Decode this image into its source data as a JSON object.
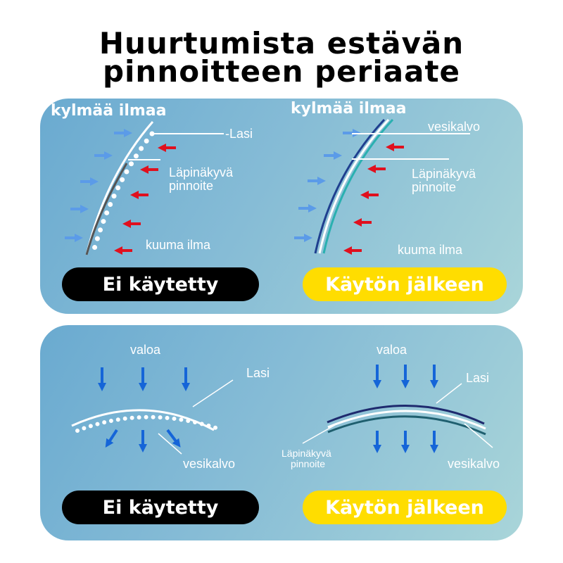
{
  "title": {
    "line1": "Huurtumista estävän",
    "line2": "pinnoitteen periaate"
  },
  "top_panel": {
    "left": {
      "heading": "kylmää ilmaa",
      "glass_label": "-Lasi",
      "coating_label_1": "Läpinäkyvä",
      "coating_label_2": "pinnoite",
      "hot_air_label": "kuuma ilma",
      "badge": "Ei käytetty"
    },
    "right": {
      "heading": "kylmää ilmaa",
      "water_film_label": "vesikalvo",
      "coating_label_1": "Läpinäkyvä",
      "coating_label_2": "pinnoite",
      "hot_air_label": "kuuma ilma",
      "badge": "Käytön jälkeen"
    }
  },
  "bottom_panel": {
    "left": {
      "light_label": "valoa",
      "glass_label": "Lasi",
      "water_film_label": "vesikalvo",
      "badge": "Ei käytetty"
    },
    "right": {
      "light_label": "valoa",
      "glass_label": "Lasi",
      "coating_label_1": "Läpinäkyvä",
      "coating_label_2": "pinnoite",
      "water_film_label": "vesikalvo",
      "badge": "Käytön jälkeen"
    }
  },
  "colors": {
    "cold_arrow": "#5b9be8",
    "hot_arrow": "#e0101e",
    "light_arrow": "#1565d8",
    "badge_yellow": "#ffdd00",
    "glass_dark": "#1f3f8f",
    "coating_teal": "#2ab0b0"
  }
}
